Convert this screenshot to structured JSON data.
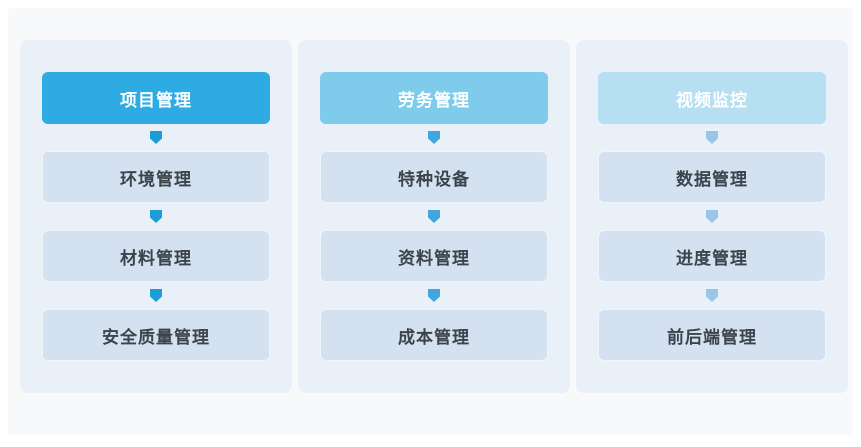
{
  "page": {
    "background": "#ffffff",
    "canvas_background": "#f8f9fa",
    "panel_background": "#eaf0f8",
    "item_background": "#d3e1f0",
    "item_text_color": "#3c434b",
    "header_text_color": "#ffffff"
  },
  "columns": [
    {
      "header": {
        "label": "项目管理",
        "bg": "#2eabe2"
      },
      "arrow_color": "#1c9cd8",
      "items": [
        {
          "label": "环境管理"
        },
        {
          "label": "材料管理"
        },
        {
          "label": "安全质量管理"
        }
      ]
    },
    {
      "header": {
        "label": "劳务管理",
        "bg": "#7ecbec"
      },
      "arrow_color": "#41a5de",
      "items": [
        {
          "label": "特种设备"
        },
        {
          "label": "资料管理"
        },
        {
          "label": "成本管理"
        }
      ]
    },
    {
      "header": {
        "label": "视频监控",
        "bg": "#b6dff2"
      },
      "arrow_color": "#9ac4e8",
      "items": [
        {
          "label": "数据管理"
        },
        {
          "label": "进度管理"
        },
        {
          "label": "前后端管理"
        }
      ]
    }
  ]
}
